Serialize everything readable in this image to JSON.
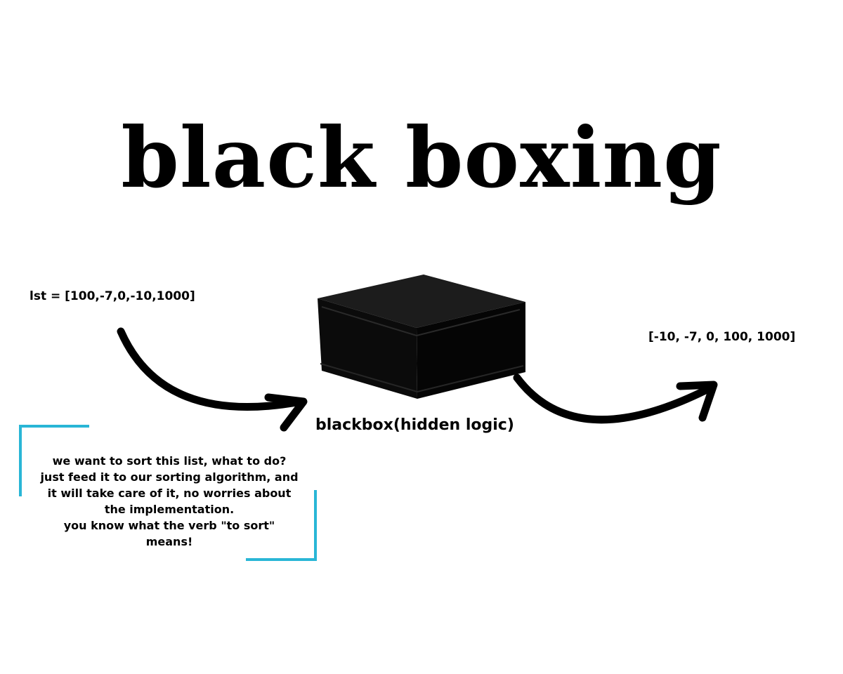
{
  "title": "black boxing",
  "input": {
    "label": "lst = [100,-7,0,-10,1000]"
  },
  "blackbox": {
    "caption": "blackbox(hidden logic)",
    "icon": "black-box"
  },
  "output": {
    "label": "[-10, -7, 0, 100, 1000]"
  },
  "note": {
    "lines": [
      "we want to sort this list, what to do?",
      "just feed it to our sorting algorithm, and",
      "it will take care of it, no worries about",
      "the implementation.",
      "you know what the verb \"to sort\"",
      "means!"
    ],
    "bracket_color": "#29b6d6"
  },
  "colors": {
    "text": "#000000",
    "background": "#ffffff",
    "accent": "#29b6d6"
  }
}
